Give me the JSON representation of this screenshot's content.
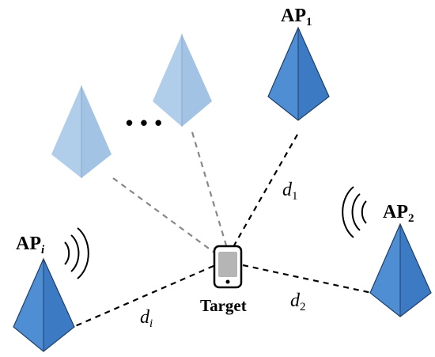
{
  "colors": {
    "ap_light_left": "#b0cdea",
    "ap_light_right": "#a3c3e5",
    "ap_dark_left": "#4f8ed2",
    "ap_dark_right": "#3c7bc4",
    "ap_edge": "#1f3f6a",
    "dashed_dark": "#000000",
    "dashed_gray": "#888888"
  },
  "labels": {
    "ap1": {
      "base": "AP",
      "sub": "1"
    },
    "ap2": {
      "base": "AP",
      "sub": "2"
    },
    "api": {
      "base": "AP",
      "sub": "i"
    },
    "d1": {
      "base": "d",
      "sub": "1"
    },
    "d2": {
      "base": "d",
      "sub": "2"
    },
    "di": {
      "base": "d",
      "sub": "i"
    },
    "target": "Target",
    "ellipsis": "• • •"
  },
  "icons": {
    "access_point": "pyramid-icon",
    "signal": "wifi-arcs-icon",
    "device": "smartphone-icon"
  }
}
